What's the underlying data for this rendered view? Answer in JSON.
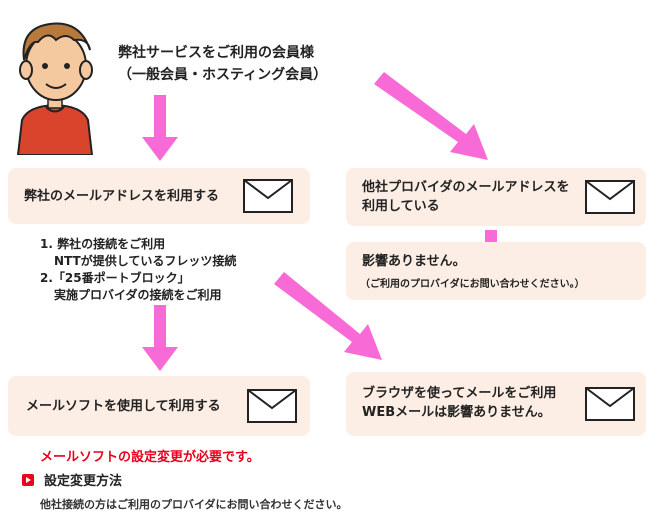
{
  "header": {
    "line1": "弊社サービスをご利用の会員様",
    "line2": "（一般会員・ホスティング会員）"
  },
  "boxes": {
    "own_mail": "弊社のメールアドレスを利用する",
    "other_mail_line1": "他社プロバイダのメールアドレスを",
    "other_mail_line2": "利用している",
    "no_effect_title": "影響ありません。",
    "no_effect_note": "（ご利用のプロバイダにお問い合わせください。）",
    "mail_software": "メールソフトを使用して利用する",
    "webmail_line1": "ブラウザを使ってメールをご利用",
    "webmail_line2": "WEBメールは影響ありません。"
  },
  "conditions": {
    "item1_line1": "1. 弊社の接続をご利用",
    "item1_line2": "NTTが提供しているフレッツ接続",
    "item2_line1": "2.「25番ポートブロック」",
    "item2_line2": "実施プロバイダの接続をご利用"
  },
  "footer": {
    "warning": "メールソフトの設定変更が必要です。",
    "link_label": "設定変更方法",
    "note": "他社接続の方はご利用のプロバイダにお問い合わせください。"
  },
  "colors": {
    "accent_pink": "#f86ad6",
    "box_bg": "#fdeee5",
    "warning_red": "#e8001c"
  }
}
